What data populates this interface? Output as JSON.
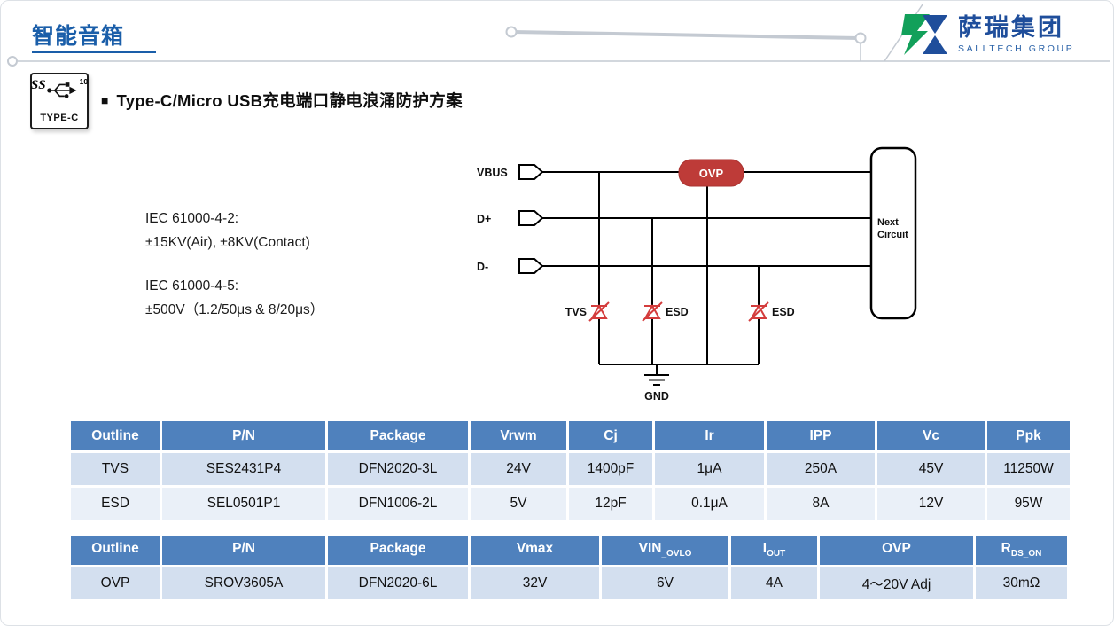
{
  "header": {
    "title": "智能音箱",
    "logo_name": "萨瑞集团",
    "logo_subtitle": "SALLTECH GROUP"
  },
  "usb_icon": {
    "ss": "SS",
    "speed": "10",
    "label": "TYPE-C"
  },
  "heading": {
    "bullet": "■",
    "text": "Type-C/Micro USB充电端口静电浪涌防护方案"
  },
  "iec": {
    "g1_title": "IEC 61000-4-2:",
    "g1_detail": "±15KV(Air), ±8KV(Contact)",
    "g2_title": "IEC 61000-4-5:",
    "g2_detail": "±500V（1.2/50μs & 8/20μs）"
  },
  "circuit": {
    "signals": [
      "VBUS",
      "D+",
      "D-"
    ],
    "ovp_label": "OVP",
    "next_line1": "Next",
    "next_line2": "Circuit",
    "tvs_label": "TVS",
    "esd1_label": "ESD",
    "esd2_label": "ESD",
    "gnd_label": "GND"
  },
  "table1": {
    "headers": [
      "Outline",
      "P/N",
      "Package",
      "Vrwm",
      "Cj",
      "Ir",
      "IPP",
      "Vc",
      "Ppk"
    ],
    "rows": [
      [
        "TVS",
        "SES2431P4",
        "DFN2020-3L",
        "24V",
        "1400pF",
        "1μA",
        "250A",
        "45V",
        "11250W"
      ],
      [
        "ESD",
        "SEL0501P1",
        "DFN1006-2L",
        "5V",
        "12pF",
        "0.1μA",
        "8A",
        "12V",
        "95W"
      ]
    ]
  },
  "table2": {
    "headers": [
      {
        "main": "Outline",
        "sub": ""
      },
      {
        "main": "P/N",
        "sub": ""
      },
      {
        "main": "Package",
        "sub": ""
      },
      {
        "main": "Vmax",
        "sub": ""
      },
      {
        "main": "VIN",
        "sub": "_OVLO"
      },
      {
        "main": "I",
        "sub": "OUT"
      },
      {
        "main": "OVP",
        "sub": ""
      },
      {
        "main": "R",
        "sub": "DS_ON"
      }
    ],
    "rows": [
      [
        "OVP",
        "SROV3605A",
        "DFN2020-6L",
        "32V",
        "6V",
        "4A",
        "4～20V Adj",
        "30mΩ"
      ]
    ]
  },
  "colors": {
    "title_blue": "#1A5EA9",
    "logo_blue": "#1F4E9B",
    "logo_green": "#12A05A",
    "table_header_bg": "#4F81BD",
    "row_band_dark": "#D3DFEF",
    "row_band_light": "#EAF0F8",
    "ovp_red": "#BE3B38",
    "diode_red": "#D43C3C"
  }
}
